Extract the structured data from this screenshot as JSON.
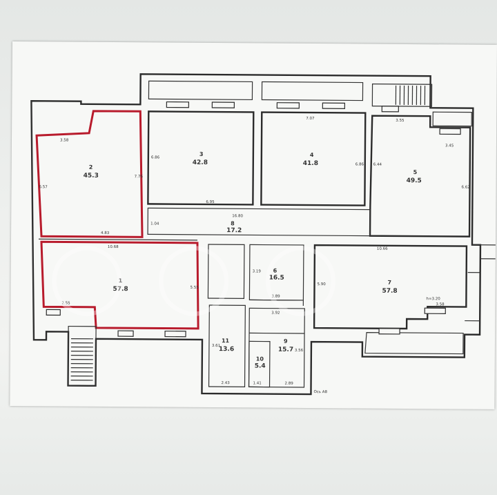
{
  "rooms": [
    {
      "id": "r1",
      "number": "1",
      "area": "57.8",
      "dims": [
        "10.68",
        "5.55",
        "2.55"
      ]
    },
    {
      "id": "r2",
      "number": "2",
      "area": "45.3",
      "dims": [
        "3.58",
        "6.57",
        "4.83",
        "7.76"
      ]
    },
    {
      "id": "r3",
      "number": "3",
      "area": "42.8",
      "dims": [
        "6.95",
        "6.86"
      ]
    },
    {
      "id": "r4",
      "number": "4",
      "area": "41.8",
      "dims": [
        "7.07",
        "6.86"
      ]
    },
    {
      "id": "r5",
      "number": "5",
      "area": "49.5",
      "dims": [
        "3.55",
        "3.45",
        "6.44",
        "6.62"
      ]
    },
    {
      "id": "r6",
      "number": "6",
      "area": "16.5",
      "dims": [
        "3.19",
        "3.89"
      ]
    },
    {
      "id": "r7",
      "number": "7",
      "area": "57.8",
      "dims": [
        "10.66",
        "5.90",
        "3.58"
      ]
    },
    {
      "id": "r8",
      "number": "8",
      "area": "17.2",
      "dims": [
        "16.80",
        "1.04"
      ]
    },
    {
      "id": "r9",
      "number": "9",
      "area": "15.7",
      "dims": [
        "3.92",
        "3.56",
        "2.89"
      ]
    },
    {
      "id": "r10",
      "number": "10",
      "area": "5.4",
      "dims": [
        "1.41"
      ]
    },
    {
      "id": "r11",
      "number": "11",
      "area": "13.6",
      "dims": [
        "3.61",
        "2.43"
      ]
    }
  ],
  "ceiling_height": "h=3.20",
  "axis_label": "Ось А8"
}
